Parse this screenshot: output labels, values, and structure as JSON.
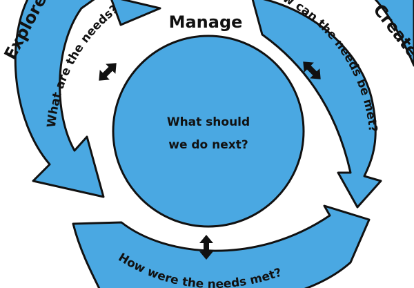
{
  "diagram": {
    "center": {
      "line1": "What should",
      "line2": "we do next?"
    },
    "stages": {
      "explore": "Explore",
      "manage": "Manage",
      "create": "Create"
    },
    "arcs": {
      "left": "What are the needs?",
      "right": "How can the needs be met?",
      "bottom": "How were the needs met?"
    },
    "colors": {
      "fill": "#4aa8e2",
      "outline": "#111111",
      "background": "#ffffff"
    },
    "icons": [
      "double-arrow-icon",
      "double-arrow-icon",
      "double-arrow-icon"
    ]
  }
}
